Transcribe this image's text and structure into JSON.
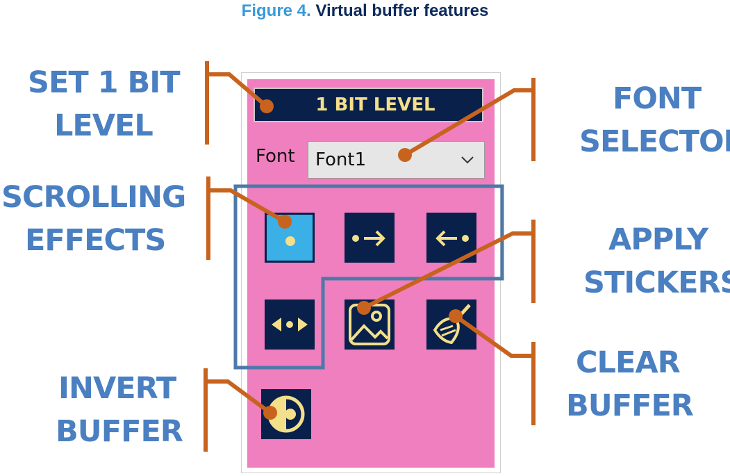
{
  "caption": {
    "number": "Figure 4.",
    "title": "Virtual buffer features"
  },
  "callouts": {
    "set_bit_level": [
      "SET 1 BIT",
      "LEVEL"
    ],
    "font_selector": [
      "FONT",
      "SELECTOR"
    ],
    "scrolling_effects": [
      "SCROLLING",
      "EFFECTS"
    ],
    "apply_stickers": [
      "APPLY",
      "STICKERS"
    ],
    "clear_buffer": [
      "CLEAR",
      "BUFFER"
    ],
    "invert_buffer": [
      "INVERT",
      "BUFFER"
    ]
  },
  "panel": {
    "level_button": "1 BIT LEVEL",
    "font_label": "Font",
    "font_selected": "Font1"
  },
  "icons": {
    "scroll_static": "dot-icon",
    "scroll_right": "dot-arrow-right-icon",
    "scroll_left": "arrow-left-dot-icon",
    "scroll_bounce": "bounce-arrows-icon",
    "sticker": "image-icon",
    "clear": "broom-icon",
    "invert": "invert-circle-icon"
  },
  "colors": {
    "callout_text": "#4a7fc1",
    "leader_line": "#c8631e",
    "panel_bg": "#f07fbf",
    "button_bg": "#08204a",
    "icon_fg": "#f4df8a",
    "active_bg": "#3ab0e6",
    "group_outline": "#4d79a8",
    "caption_number": "#3a9ad9",
    "caption_title": "#0d2a5c"
  }
}
